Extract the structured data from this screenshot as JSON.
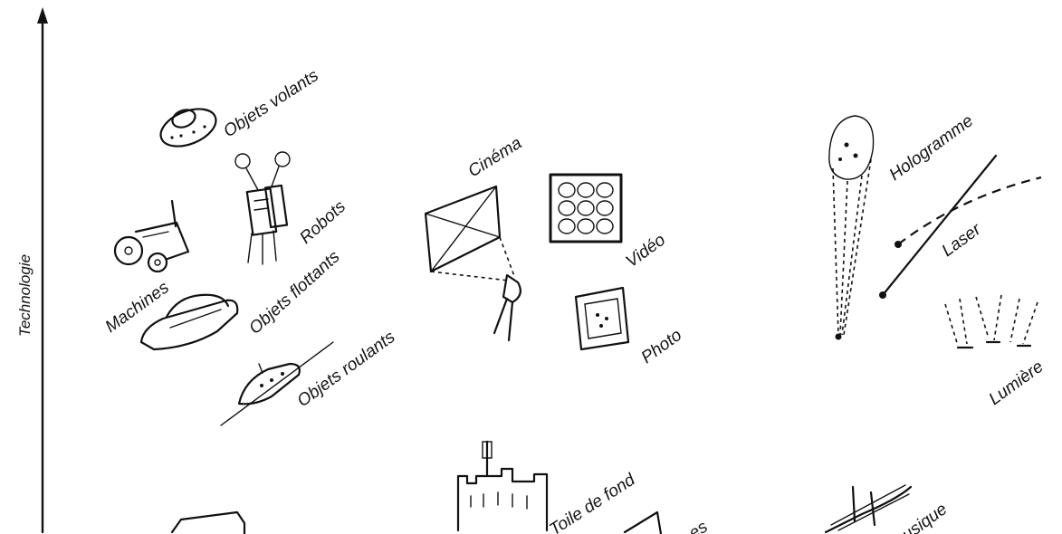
{
  "axis": {
    "label": "Technologie"
  },
  "items": {
    "objets_volants": "Objets volants",
    "robots": "Robots",
    "machines": "Machines",
    "objets_flottants": "Objets flottants",
    "objets_roulants": "Objets roulants",
    "cinema": "Cinéma",
    "video": "Vidéo",
    "photo": "Photo",
    "hologramme": "Hologramme",
    "laser": "Laser",
    "lumiere": "Lumière",
    "toile_de_fond": "Toile de fond",
    "partial_es": "es",
    "partial_musique": "usique"
  }
}
